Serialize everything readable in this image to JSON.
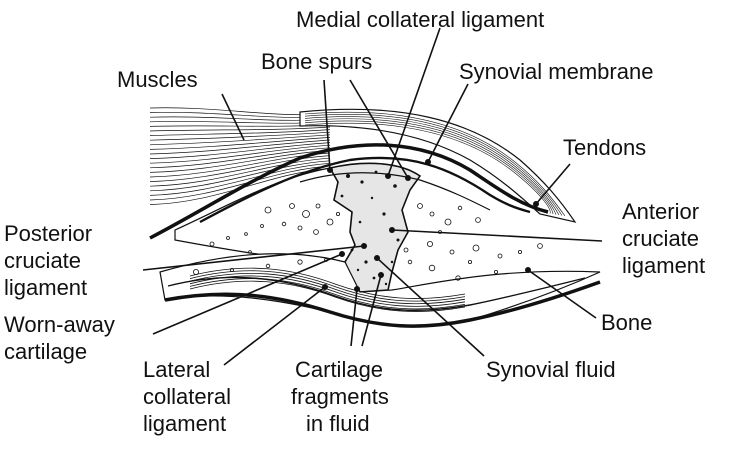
{
  "colors": {
    "ink": "#111111",
    "background": "#ffffff",
    "bone_fill": "#e6e6e6",
    "fluid_fill": "#ffffff"
  },
  "labels": {
    "medial_collateral_ligament": [
      "Medial collateral ligament"
    ],
    "muscles": [
      "Muscles"
    ],
    "bone_spurs": [
      "Bone spurs"
    ],
    "synovial_membrane": [
      "Synovial membrane"
    ],
    "tendons": [
      "Tendons"
    ],
    "anterior_cruciate_ligament": [
      "Anterior",
      "cruciate",
      "ligament"
    ],
    "posterior_cruciate_ligament": [
      "Posterior",
      "cruciate",
      "ligament"
    ],
    "bone": [
      "Bone"
    ],
    "worn_away_cartilage": [
      "Worn-away",
      "cartilage"
    ],
    "lateral_collateral_ligament": [
      "Lateral",
      "collateral",
      "ligament"
    ],
    "cartilage_fragments": [
      "Cartilage",
      "fragments",
      "in fluid"
    ],
    "synovial_fluid": [
      "Synovial fluid"
    ]
  }
}
